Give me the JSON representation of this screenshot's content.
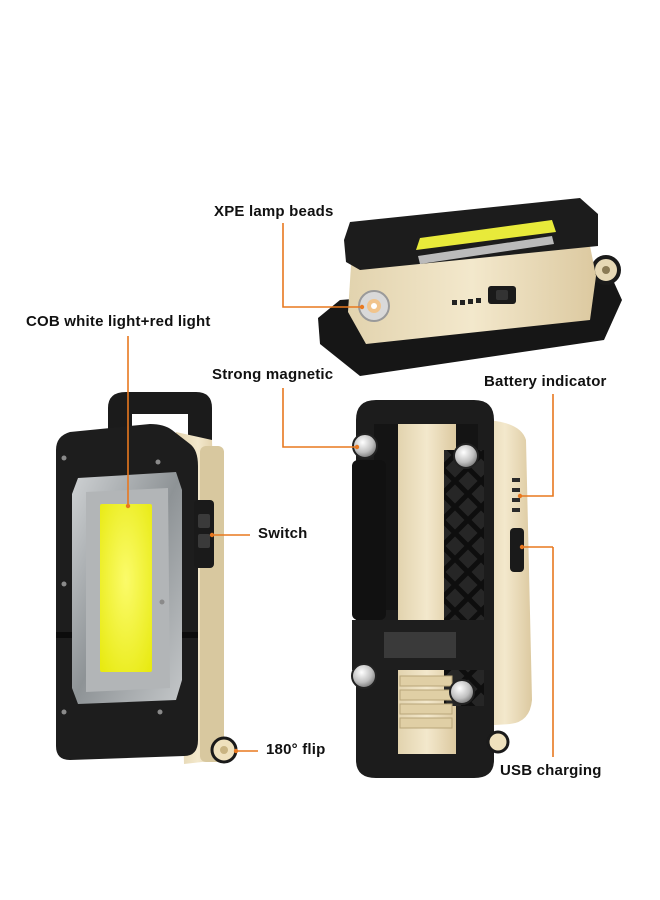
{
  "labels": {
    "xpe": "XPE lamp beads",
    "cob": "COB white light+red light",
    "magnetic": "Strong magnetic",
    "battery": "Battery indicator",
    "switch": "Switch",
    "flip": "180° flip",
    "usb": "USB charging"
  },
  "colors": {
    "accent": "#e8781f",
    "body_beige": "#efe3c4",
    "frame_black": "#1e1e1e",
    "cob_yellow": "#f4f51c"
  }
}
